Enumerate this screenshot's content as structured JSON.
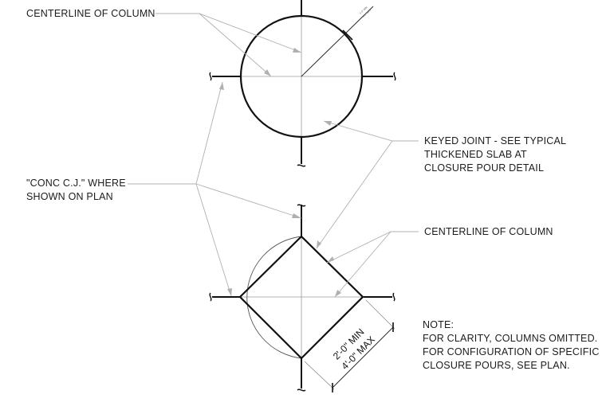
{
  "labels": {
    "centerline_top": "CENTERLINE OF COLUMN",
    "keyed_joint": [
      "KEYED JOINT - SEE TYPICAL",
      "THICKENED SLAB AT",
      "CLOSURE POUR DETAIL"
    ],
    "conc_cj": [
      "\"CONC C.J.\" WHERE",
      "SHOWN ON PLAN"
    ],
    "centerline_bottom": "CENTERLINE OF COLUMN",
    "note": [
      "NOTE:",
      "FOR CLARITY, COLUMNS OMITTED.",
      "FOR CONFIGURATION OF SPECIFIC",
      "CLOSURE POURS, SEE PLAN."
    ]
  },
  "dimension": {
    "min": "2'-0\" MIN",
    "max": "4'-0\" MAX"
  }
}
